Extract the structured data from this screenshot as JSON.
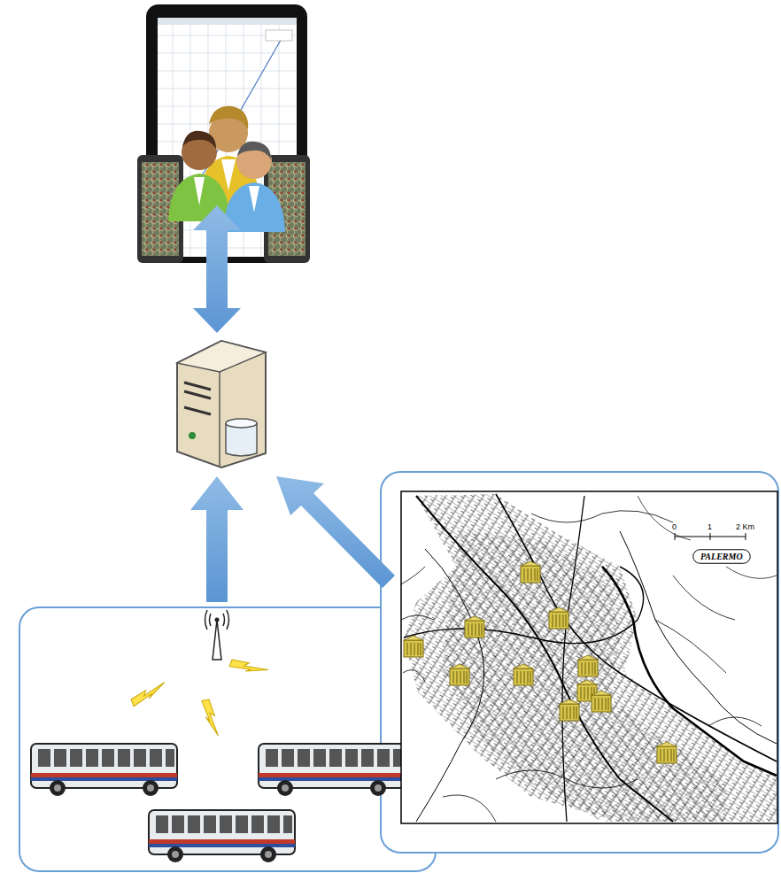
{
  "diagram": {
    "nodes": [
      {
        "text": [
          "PALERMO"
        ]
      }
    ],
    "labels": [
      "0",
      "1",
      "2 Km"
    ]
  }
}
